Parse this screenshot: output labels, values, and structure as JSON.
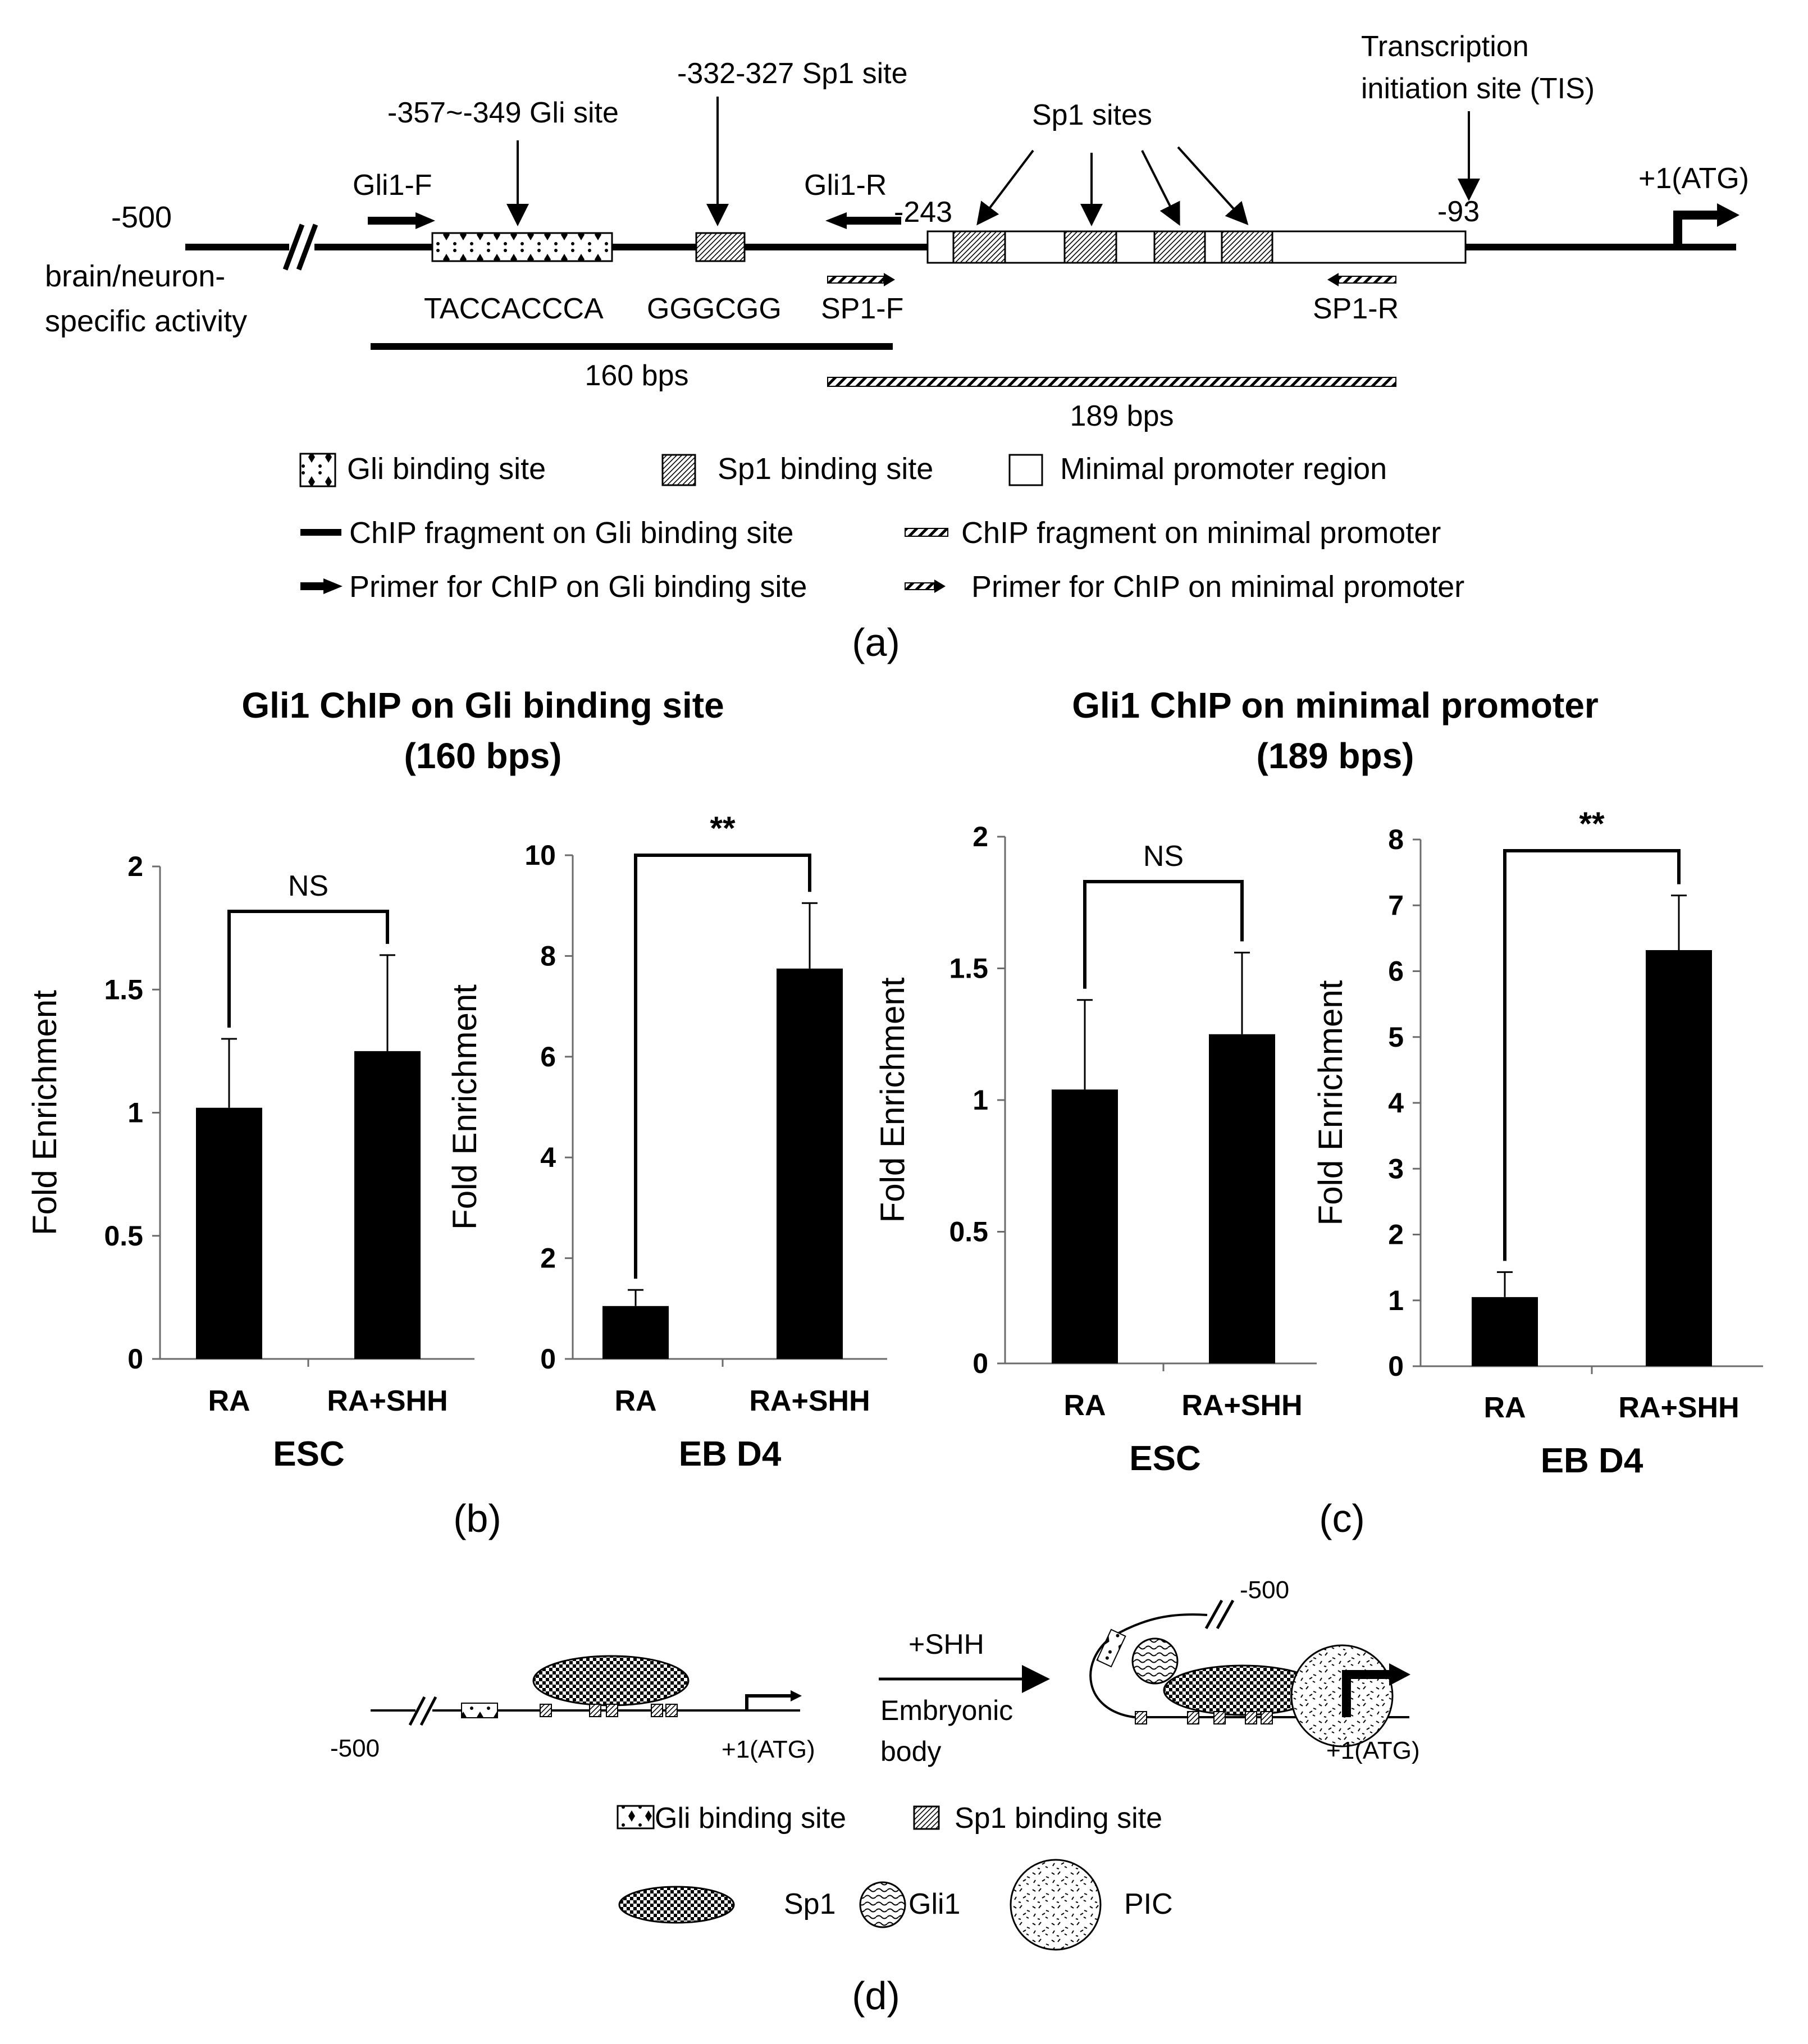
{
  "panel_a": {
    "label": "(a)",
    "pos_neg500": "-500",
    "region_text_1": "brain/neuron-",
    "region_text_2": "specific activity",
    "gli1_f": "Gli1-F",
    "gli_site": "-357~-349 Gli site",
    "sp1_site_label": "-332-327 Sp1 site",
    "gli1_r": "Gli1-R",
    "pos_neg243": "-243",
    "sp1_sites": "Sp1 sites",
    "tis_1": "Transcription",
    "tis_2": "initiation site (TIS)",
    "pos_neg93": "-93",
    "atg": "+1(ATG)",
    "seq_gli": "TACCACCCA",
    "seq_sp1": "GGGCGG",
    "sp1_f": "SP1-F",
    "sp1_r": "SP1-R",
    "frag_160": "160 bps",
    "frag_189": "189 bps",
    "legend": {
      "gli_binding": "Gli binding site",
      "sp1_binding": "Sp1 binding site",
      "minimal_promoter": "Minimal promoter region",
      "chip_gli": "ChIP fragment on Gli binding site",
      "chip_min": "ChIP fragment on minimal promoter",
      "primer_gli": "Primer for ChIP on Gli binding site",
      "primer_min": "Primer for ChIP on minimal promoter"
    }
  },
  "panel_b": {
    "label": "(b)",
    "title_1": "Gli1 ChIP on Gli binding site",
    "title_2": "(160 bps)"
  },
  "panel_c": {
    "label": "(c)",
    "title_1": "Gli1 ChIP on minimal promoter",
    "title_2": "(189 bps)"
  },
  "panel_d": {
    "label": "(d)",
    "left_neg500": "-500",
    "left_atg": "+1(ATG)",
    "shh": "+SHH",
    "embryonic": "Embryonic",
    "body": "body",
    "right_neg500": "-500",
    "right_atg": "+1(ATG)",
    "legend_gli": "Gli binding site",
    "legend_sp1_site": "Sp1 binding site",
    "legend_sp1": "Sp1",
    "legend_gli1": "Gli1",
    "legend_pic": "PIC"
  },
  "colors": {
    "bar": "#000000",
    "background": "#ffffff"
  },
  "chart_data": [
    {
      "type": "bar",
      "ylabel": "Fold Enrichment",
      "xlabel": "ESC",
      "categories": [
        "RA",
        "RA+SHH"
      ],
      "values": [
        1.02,
        1.25
      ],
      "errors": [
        0.28,
        0.39
      ],
      "ylim": [
        0,
        2
      ],
      "yticks": [
        "0",
        "0.5",
        "1",
        "1.5",
        "2"
      ],
      "significance": "NS"
    },
    {
      "type": "bar",
      "ylabel": "Fold Enrichment",
      "xlabel": "EB D4",
      "categories": [
        "RA",
        "RA+SHH"
      ],
      "values": [
        1.05,
        7.75
      ],
      "errors": [
        0.32,
        1.3
      ],
      "ylim": [
        0,
        10
      ],
      "yticks": [
        "0",
        "2",
        "4",
        "6",
        "8",
        "10"
      ],
      "significance": "**"
    },
    {
      "type": "bar",
      "ylabel": "Fold Enrichment",
      "xlabel": "ESC",
      "categories": [
        "RA",
        "RA+SHH"
      ],
      "values": [
        1.04,
        1.25
      ],
      "errors": [
        0.34,
        0.31
      ],
      "ylim": [
        0,
        2
      ],
      "yticks": [
        "0",
        "0.5",
        "1",
        "1.5",
        "2"
      ],
      "significance": "NS"
    },
    {
      "type": "bar",
      "ylabel": "Fold Enrichment",
      "xlabel": "EB D4",
      "categories": [
        "RA",
        "RA+SHH"
      ],
      "values": [
        1.05,
        6.32
      ],
      "errors": [
        0.38,
        0.83
      ],
      "ylim": [
        0,
        8
      ],
      "yticks": [
        "0",
        "1",
        "2",
        "3",
        "4",
        "5",
        "6",
        "7",
        "8"
      ],
      "significance": "**"
    }
  ]
}
